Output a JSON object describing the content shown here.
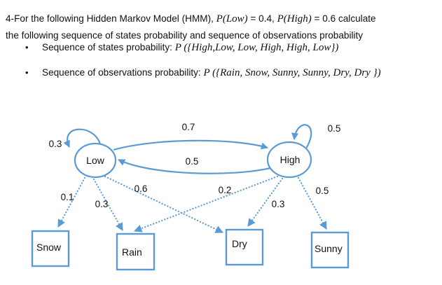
{
  "title_block": {
    "bullet_char": "•",
    "line1": [
      {
        "t": "4-For the following Hidden Markov Model (HMM), "
      },
      {
        "t": "P(Low)"
      },
      {
        "t": " = 0.4, "
      },
      {
        "t": "P(High)"
      },
      {
        "t": " = 0.6 calculate"
      }
    ],
    "line2": "the following sequence of states probability and sequence of observations probability",
    "bullets": [
      {
        "label": "Sequence of states probability: ",
        "formula": "P ({High,Low, Low, High, High, Low})"
      },
      {
        "label": "Sequence of observations probability: ",
        "formula": "P ({Rain, Snow, Sunny, Sunny, Dry, Dry })"
      }
    ]
  },
  "diagram": {
    "colors": {
      "accent": "#5b9bd5",
      "text": "#111111"
    },
    "states": [
      {
        "name": "Low",
        "self_loop_p": "0.3"
      },
      {
        "name": "High",
        "self_loop_p": "0.5"
      }
    ],
    "transitions": [
      {
        "from": "Low",
        "to": "High",
        "p": "0.7"
      },
      {
        "from": "High",
        "to": "Low",
        "p": "0.5"
      }
    ],
    "emissions": [
      {
        "from": "Low",
        "to": "Snow",
        "p": "0.1"
      },
      {
        "from": "Low",
        "to": "Rain",
        "p": "0.3"
      },
      {
        "from": "Low",
        "to": "Dry",
        "p": "0.6"
      },
      {
        "from": "High",
        "to": "Rain",
        "p": "0.2"
      },
      {
        "from": "High",
        "to": "Dry",
        "p": "0.3"
      },
      {
        "from": "High",
        "to": "Sunny",
        "p": "0.5"
      }
    ],
    "observations": [
      "Snow",
      "Rain",
      "Dry",
      "Sunny"
    ]
  }
}
